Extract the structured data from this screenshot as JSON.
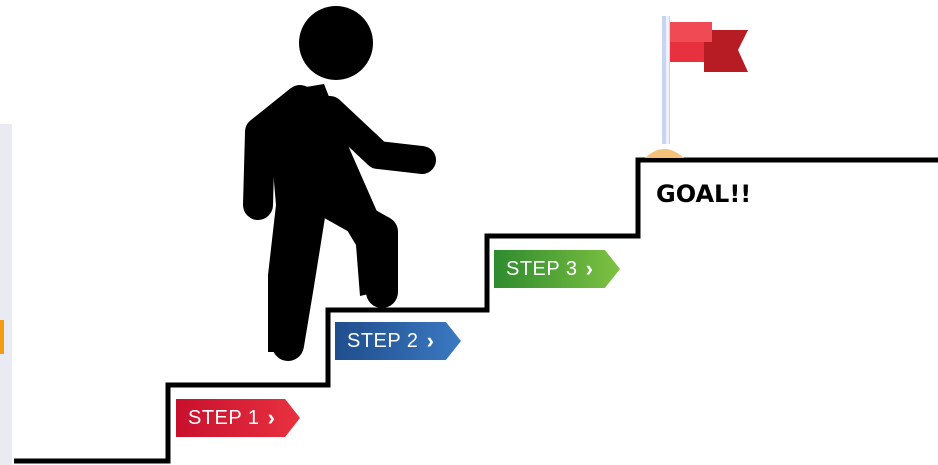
{
  "steps": [
    {
      "label": "STEP 1",
      "color": "#c8102e"
    },
    {
      "label": "STEP 2",
      "color": "#2a63a8"
    },
    {
      "label": "STEP 3",
      "color": "#5aa83a"
    }
  ],
  "chevron": "›",
  "goal": {
    "label": "GOAL!!",
    "flag_color": "#e8313f"
  },
  "icons": [
    "walking-person-icon",
    "flag-icon"
  ]
}
